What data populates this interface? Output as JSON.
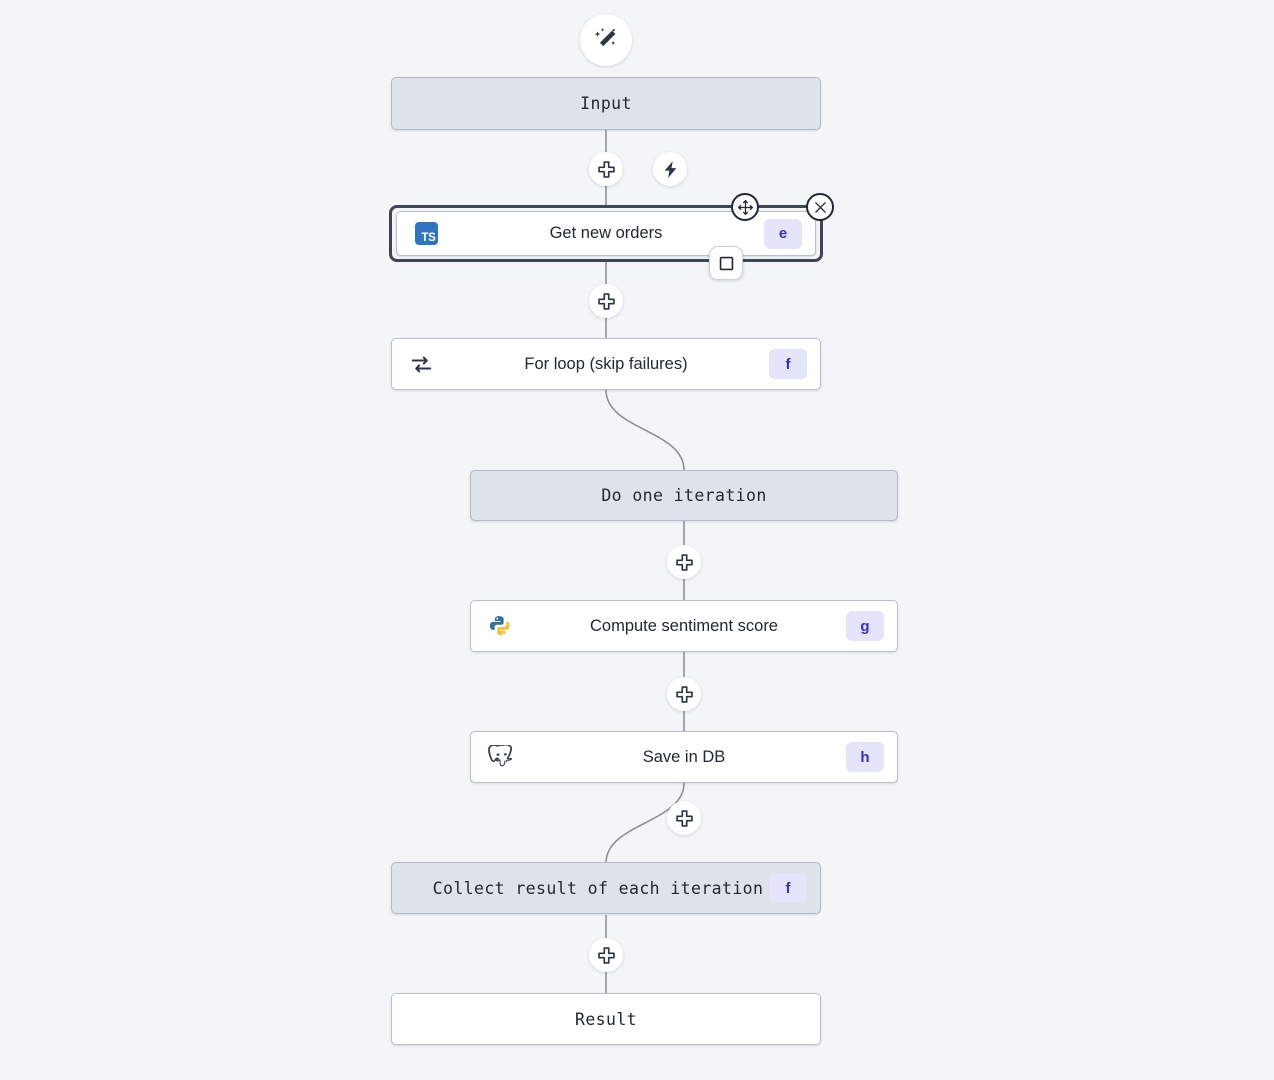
{
  "canvas": {
    "background": "#f4f5f7",
    "node_tint": "#dee3ea",
    "badge_bg": "#e4e4fb",
    "badge_fg": "#3b2ec9",
    "selection_color": "#3e4554",
    "edge_color": "#8b919b"
  },
  "top_action": {
    "icon": "magic-wand-icon",
    "label": "AI"
  },
  "nodes": [
    {
      "id": "input",
      "label": "Input",
      "font": "mono",
      "style": "tinted",
      "icon": null,
      "badge": null,
      "selected": false
    },
    {
      "id": "get-new-orders",
      "label": "Get new orders",
      "font": "sans",
      "style": "plain",
      "icon": "typescript-icon",
      "badge": "e",
      "selected": true
    },
    {
      "id": "for-loop",
      "label": "For loop (skip failures)",
      "font": "sans",
      "style": "plain",
      "icon": "loop-icon",
      "badge": "f",
      "selected": false
    },
    {
      "id": "do-one-iteration",
      "label": "Do one iteration",
      "font": "mono",
      "style": "tinted",
      "icon": null,
      "badge": null,
      "selected": false
    },
    {
      "id": "compute-sentiment-score",
      "label": "Compute sentiment score",
      "font": "sans",
      "style": "plain",
      "icon": "python-icon",
      "badge": "g",
      "selected": false
    },
    {
      "id": "save-in-db",
      "label": "Save in DB",
      "font": "sans",
      "style": "plain",
      "icon": "postgresql-icon",
      "badge": "h",
      "selected": false
    },
    {
      "id": "collect-result",
      "label": "Collect result of each iteration",
      "font": "mono",
      "style": "tinted",
      "icon": null,
      "badge": "f",
      "selected": false
    },
    {
      "id": "result",
      "label": "Result",
      "font": "mono",
      "style": "plain",
      "icon": null,
      "badge": null,
      "selected": false
    }
  ],
  "edge_buttons": [
    {
      "id": "add-after-input",
      "icon": "plus-icon"
    },
    {
      "id": "trigger-after-input",
      "icon": "lightning-icon"
    },
    {
      "id": "add-after-get-new-orders",
      "icon": "plus-icon"
    },
    {
      "id": "add-after-do-one-iteration",
      "icon": "plus-icon"
    },
    {
      "id": "add-after-compute-sentiment-score",
      "icon": "plus-icon"
    },
    {
      "id": "add-after-save-in-db",
      "icon": "plus-icon"
    },
    {
      "id": "add-after-collect-result",
      "icon": "plus-icon"
    }
  ],
  "selection_controls": [
    {
      "id": "move-handle",
      "icon": "move-icon"
    },
    {
      "id": "delete-node",
      "icon": "close-icon"
    },
    {
      "id": "toggle-node",
      "icon": "square-icon"
    }
  ]
}
